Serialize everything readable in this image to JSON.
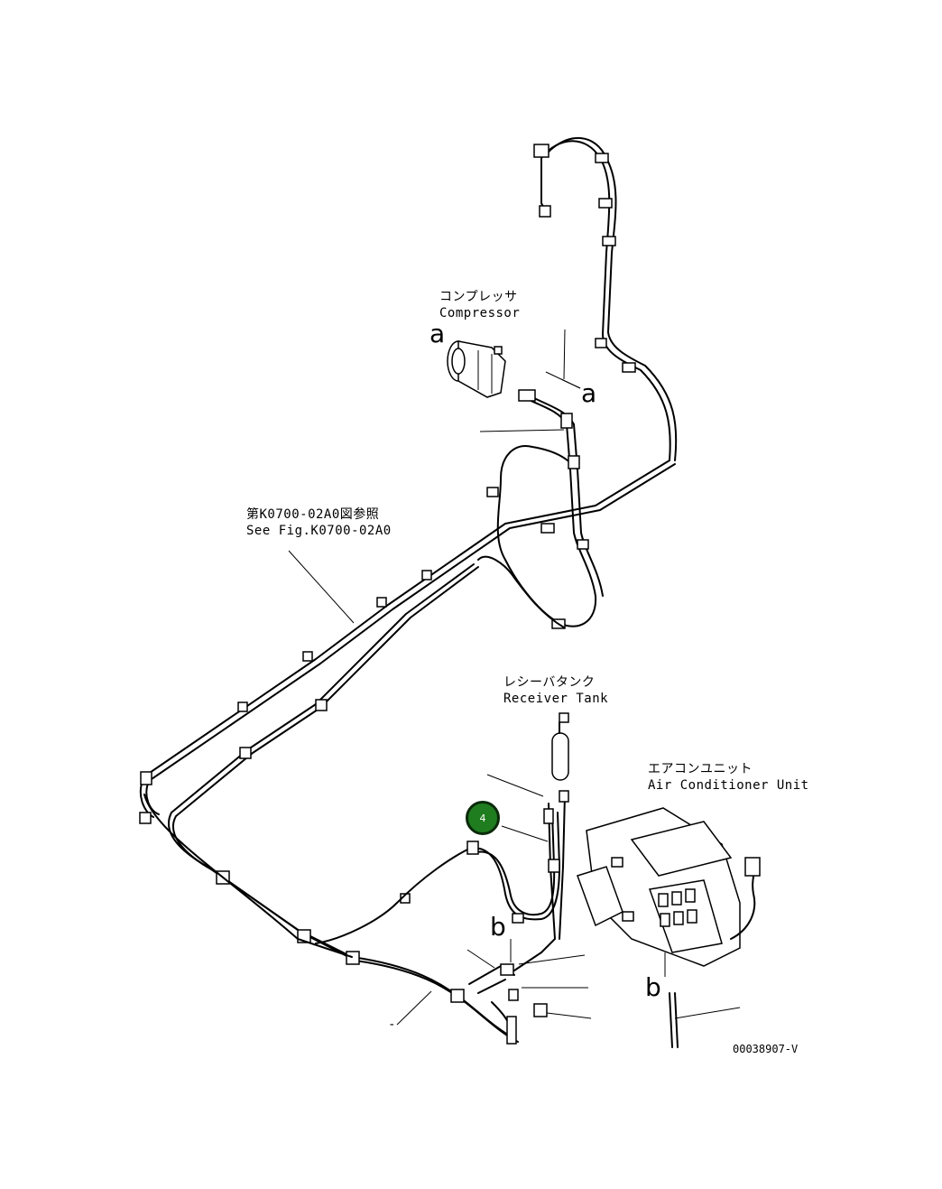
{
  "labels": {
    "compressor_jp": "コンプレッサ",
    "compressor_en": "Compressor",
    "see_fig_jp": "第K0700-02A0図参照",
    "see_fig_en": "See Fig.K0700-02A0",
    "receiver_jp": "レシーバタンク",
    "receiver_en": "Receiver Tank",
    "aircon_jp": "エアコンユニット",
    "aircon_en": "Air Conditioner Unit"
  },
  "letters": {
    "a1": "a",
    "a2": "a",
    "b1": "b",
    "b2": "b"
  },
  "callout": {
    "number": "4",
    "color": "#1f7d1f"
  },
  "figure_id": "00038907-V",
  "dash_mark": "-"
}
